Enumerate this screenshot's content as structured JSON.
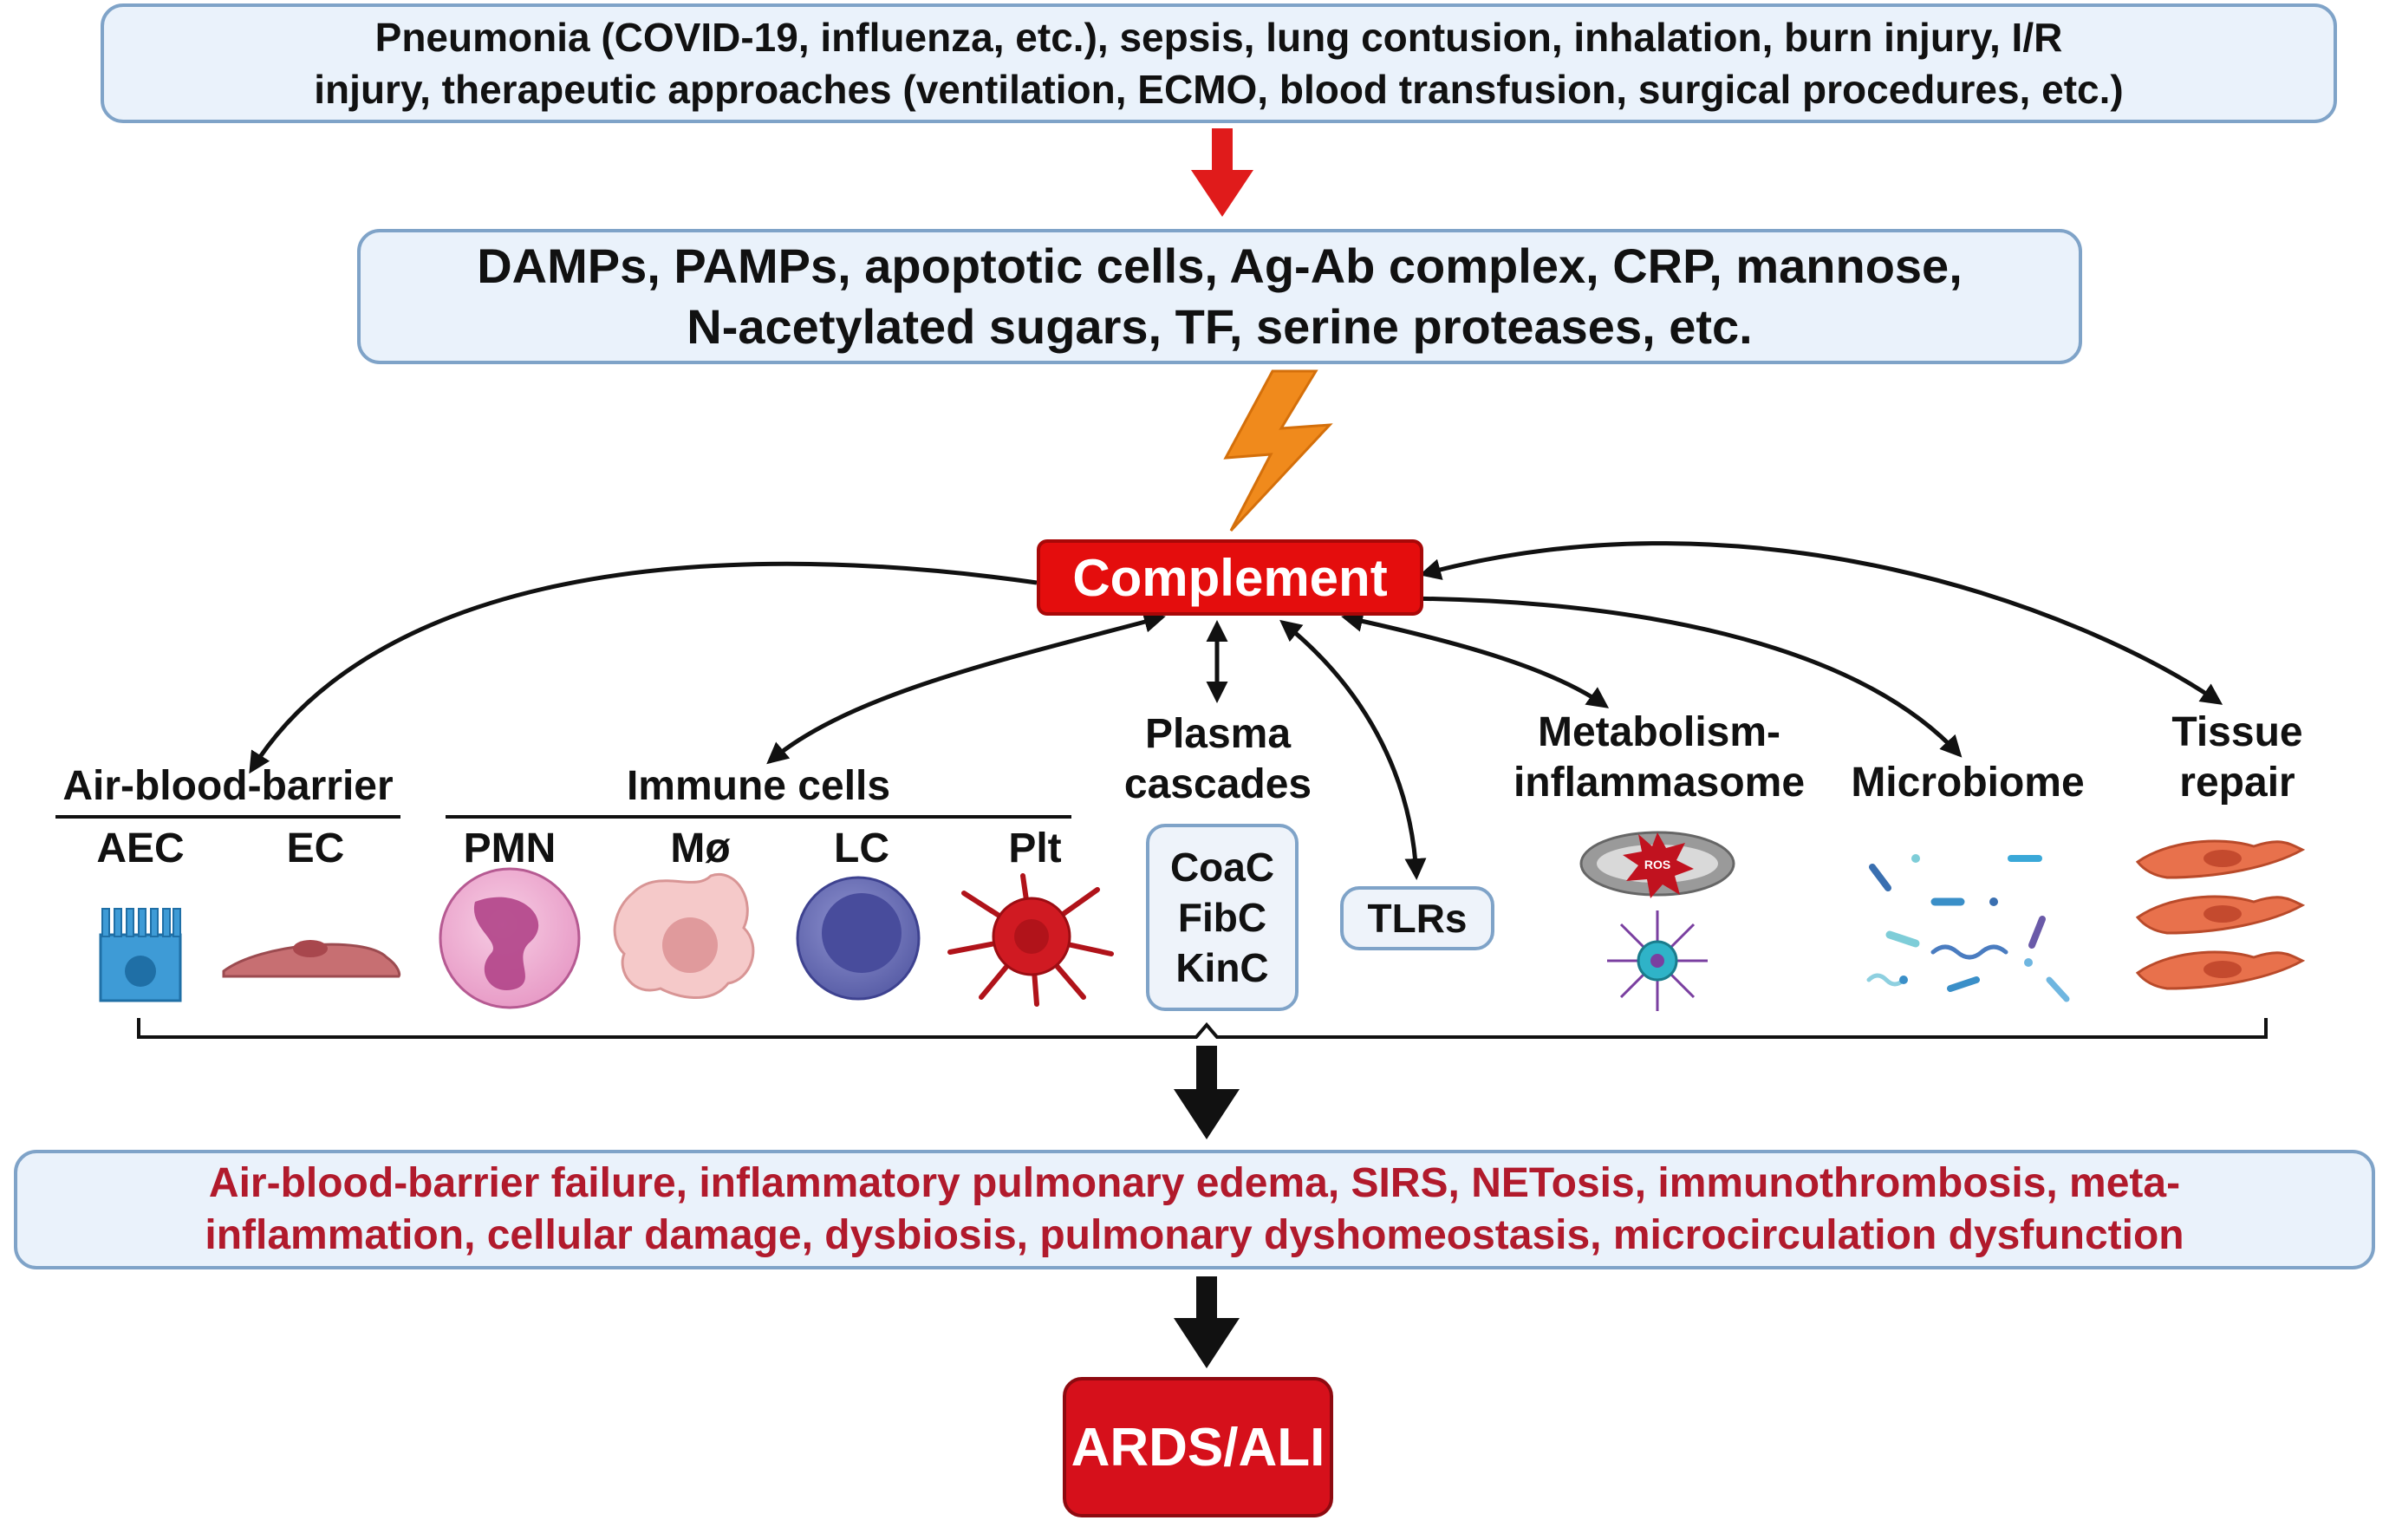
{
  "causes": {
    "line1": "Pneumonia (COVID-19, influenza, etc.), sepsis, lung contusion, inhalation, burn injury, I/R",
    "line2": "injury, therapeutic approaches (ventilation, ECMO, blood transfusion, surgical procedures, etc.)"
  },
  "triggers": {
    "line1": "DAMPs, PAMPs, apoptotic cells, Ag-Ab complex, CRP, mannose,",
    "line2": "N-acetylated sugars, TF, serine proteases, etc."
  },
  "complement": "Complement",
  "targets": {
    "air_blood_barrier": {
      "label": "Air-blood-barrier",
      "cells": [
        "AEC",
        "EC"
      ]
    },
    "immune_cells": {
      "label": "Immune cells",
      "cells": [
        "PMN",
        "Mø",
        "LC",
        "Plt"
      ]
    },
    "plasma_cascades": {
      "line1": "Plasma",
      "line2": "cascades",
      "items": [
        "CoaC",
        "FibC",
        "KinC"
      ]
    },
    "tlrs": "TLRs",
    "metabolism": {
      "line1": "Metabolism-",
      "line2": "inflammasome",
      "ros_label": "ROS"
    },
    "microbiome": "Microbiome",
    "tissue_repair": {
      "line1": "Tissue",
      "line2": "repair"
    }
  },
  "outcomes": {
    "line1": "Air-blood-barrier failure, inflammatory pulmonary edema, SIRS, NETosis, immunothrombosis, meta-",
    "line2": "inflammation, cellular damage, dysbiosis, pulmonary dyshomeostasis, microcirculation dysfunction"
  },
  "result": "ARDS/ALI",
  "colors": {
    "box_fill": "#eaf2fb",
    "box_border": "#7fa3c8",
    "complement_red": "#e40d0d",
    "outcome_text": "#b11a2c",
    "bolt": "#f08a1c",
    "down_arrow_red": "#e01b1b"
  }
}
